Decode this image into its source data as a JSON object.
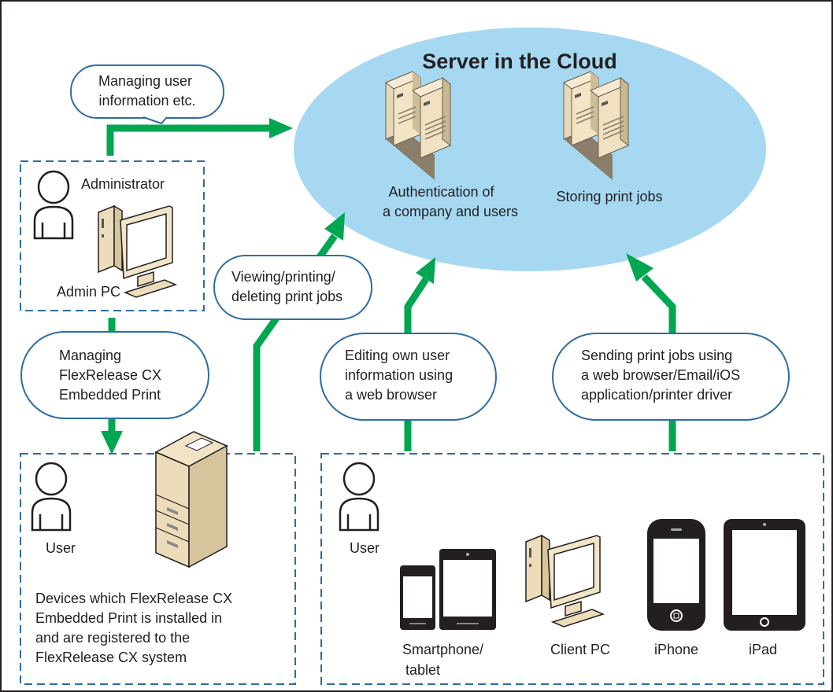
{
  "cloud": {
    "title": "Server in the Cloud",
    "auth_label": [
      "Authentication of",
      "a company and users"
    ],
    "storage_label": "Storing print jobs",
    "fill_color": "#a6d8f2"
  },
  "admin": {
    "role": "Administrator",
    "pc_label": "Admin PC"
  },
  "device_group": {
    "user_label": "User",
    "description": [
      "Devices which FlexRelease CX",
      "Embedded Print is installed in",
      "and are registered to the",
      "FlexRelease CX system"
    ]
  },
  "client_group": {
    "user_label": "User",
    "smartphone_label": [
      "Smartphone/",
      "tablet"
    ],
    "client_pc_label": "Client PC",
    "iphone_label": "iPhone",
    "ipad_label": "iPad"
  },
  "callouts": {
    "managing_user": [
      "Managing user",
      "information etc."
    ],
    "managing_flex": [
      "Managing",
      "FlexRelease CX",
      "Embedded Print"
    ],
    "viewing": [
      "Viewing/printing/",
      "deleting print jobs"
    ],
    "editing": [
      "Editing own user",
      "information using",
      "a web browser"
    ],
    "sending": [
      "Sending print jobs using",
      "a web browser/Email/iOS",
      "application/printer driver"
    ]
  },
  "colors": {
    "arrow": "#00a650",
    "box_border": "#2e6da4",
    "callout_border": "#2e6da4"
  }
}
